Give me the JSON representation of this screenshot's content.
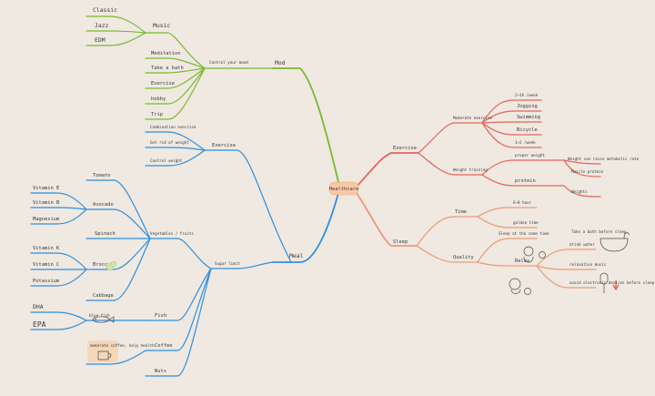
{
  "root": {
    "label": "Healthcare"
  },
  "mood": {
    "label": "Mod",
    "control_label": "Control your mood",
    "music": {
      "label": "Music",
      "items": [
        "Classic",
        "Jazz",
        "EDM"
      ]
    },
    "other": [
      "Meditation",
      "Take a bath",
      "Exercise",
      "hobby",
      "Trip"
    ]
  },
  "exercise": {
    "label": "Exercise",
    "aerobic": {
      "label": "Moderate exercise",
      "items": [
        "2~3h /week",
        "Jogging",
        "Swimming",
        "Bicycle",
        "1~2 /week"
      ]
    },
    "weight": {
      "label": "Weight training",
      "items": [
        "proper weight",
        "Muscle protein",
        "protein",
        "Weights"
      ]
    },
    "weight_note": "Weight can raise metabolic rate"
  },
  "sleep": {
    "label": "Sleep",
    "time": {
      "label": "Time",
      "items": [
        "6~8 hour",
        "golden time"
      ]
    },
    "quality": {
      "label": "Quality",
      "sub": [
        "Sleep at the same time",
        "Relax"
      ],
      "relax": [
        "drink water",
        "relaxation music",
        "avoid electronic devices before sleep"
      ]
    },
    "note_bath": "Take a bath before sleep"
  },
  "meal": {
    "label": "Meal",
    "exercise_label": "Exercise",
    "exercise_items": [
      "Combination exercise",
      "Get rid of weight",
      "Control weight"
    ],
    "sugar": {
      "label": "Sugar limit"
    },
    "veg": {
      "label": "Vegetables / fruits",
      "tomato": "Tomato",
      "avocado": {
        "label": "Avocado",
        "items": [
          "Vitamin E",
          "Vitamin B",
          "Magnesium"
        ]
      },
      "spinach": "Spinach",
      "broccoli": {
        "label": "Broccoli",
        "items": [
          "Vitamin K",
          "Vitamin C",
          "Potassium"
        ]
      },
      "cabbage": "Cabbage"
    },
    "fish": {
      "label": "Fish",
      "items": [
        "DHA",
        "EPA"
      ],
      "note": "blue fish"
    },
    "coffee": {
      "label": "Coffee",
      "note": "moderate coffee, help health"
    },
    "nuts": "Nuts"
  }
}
